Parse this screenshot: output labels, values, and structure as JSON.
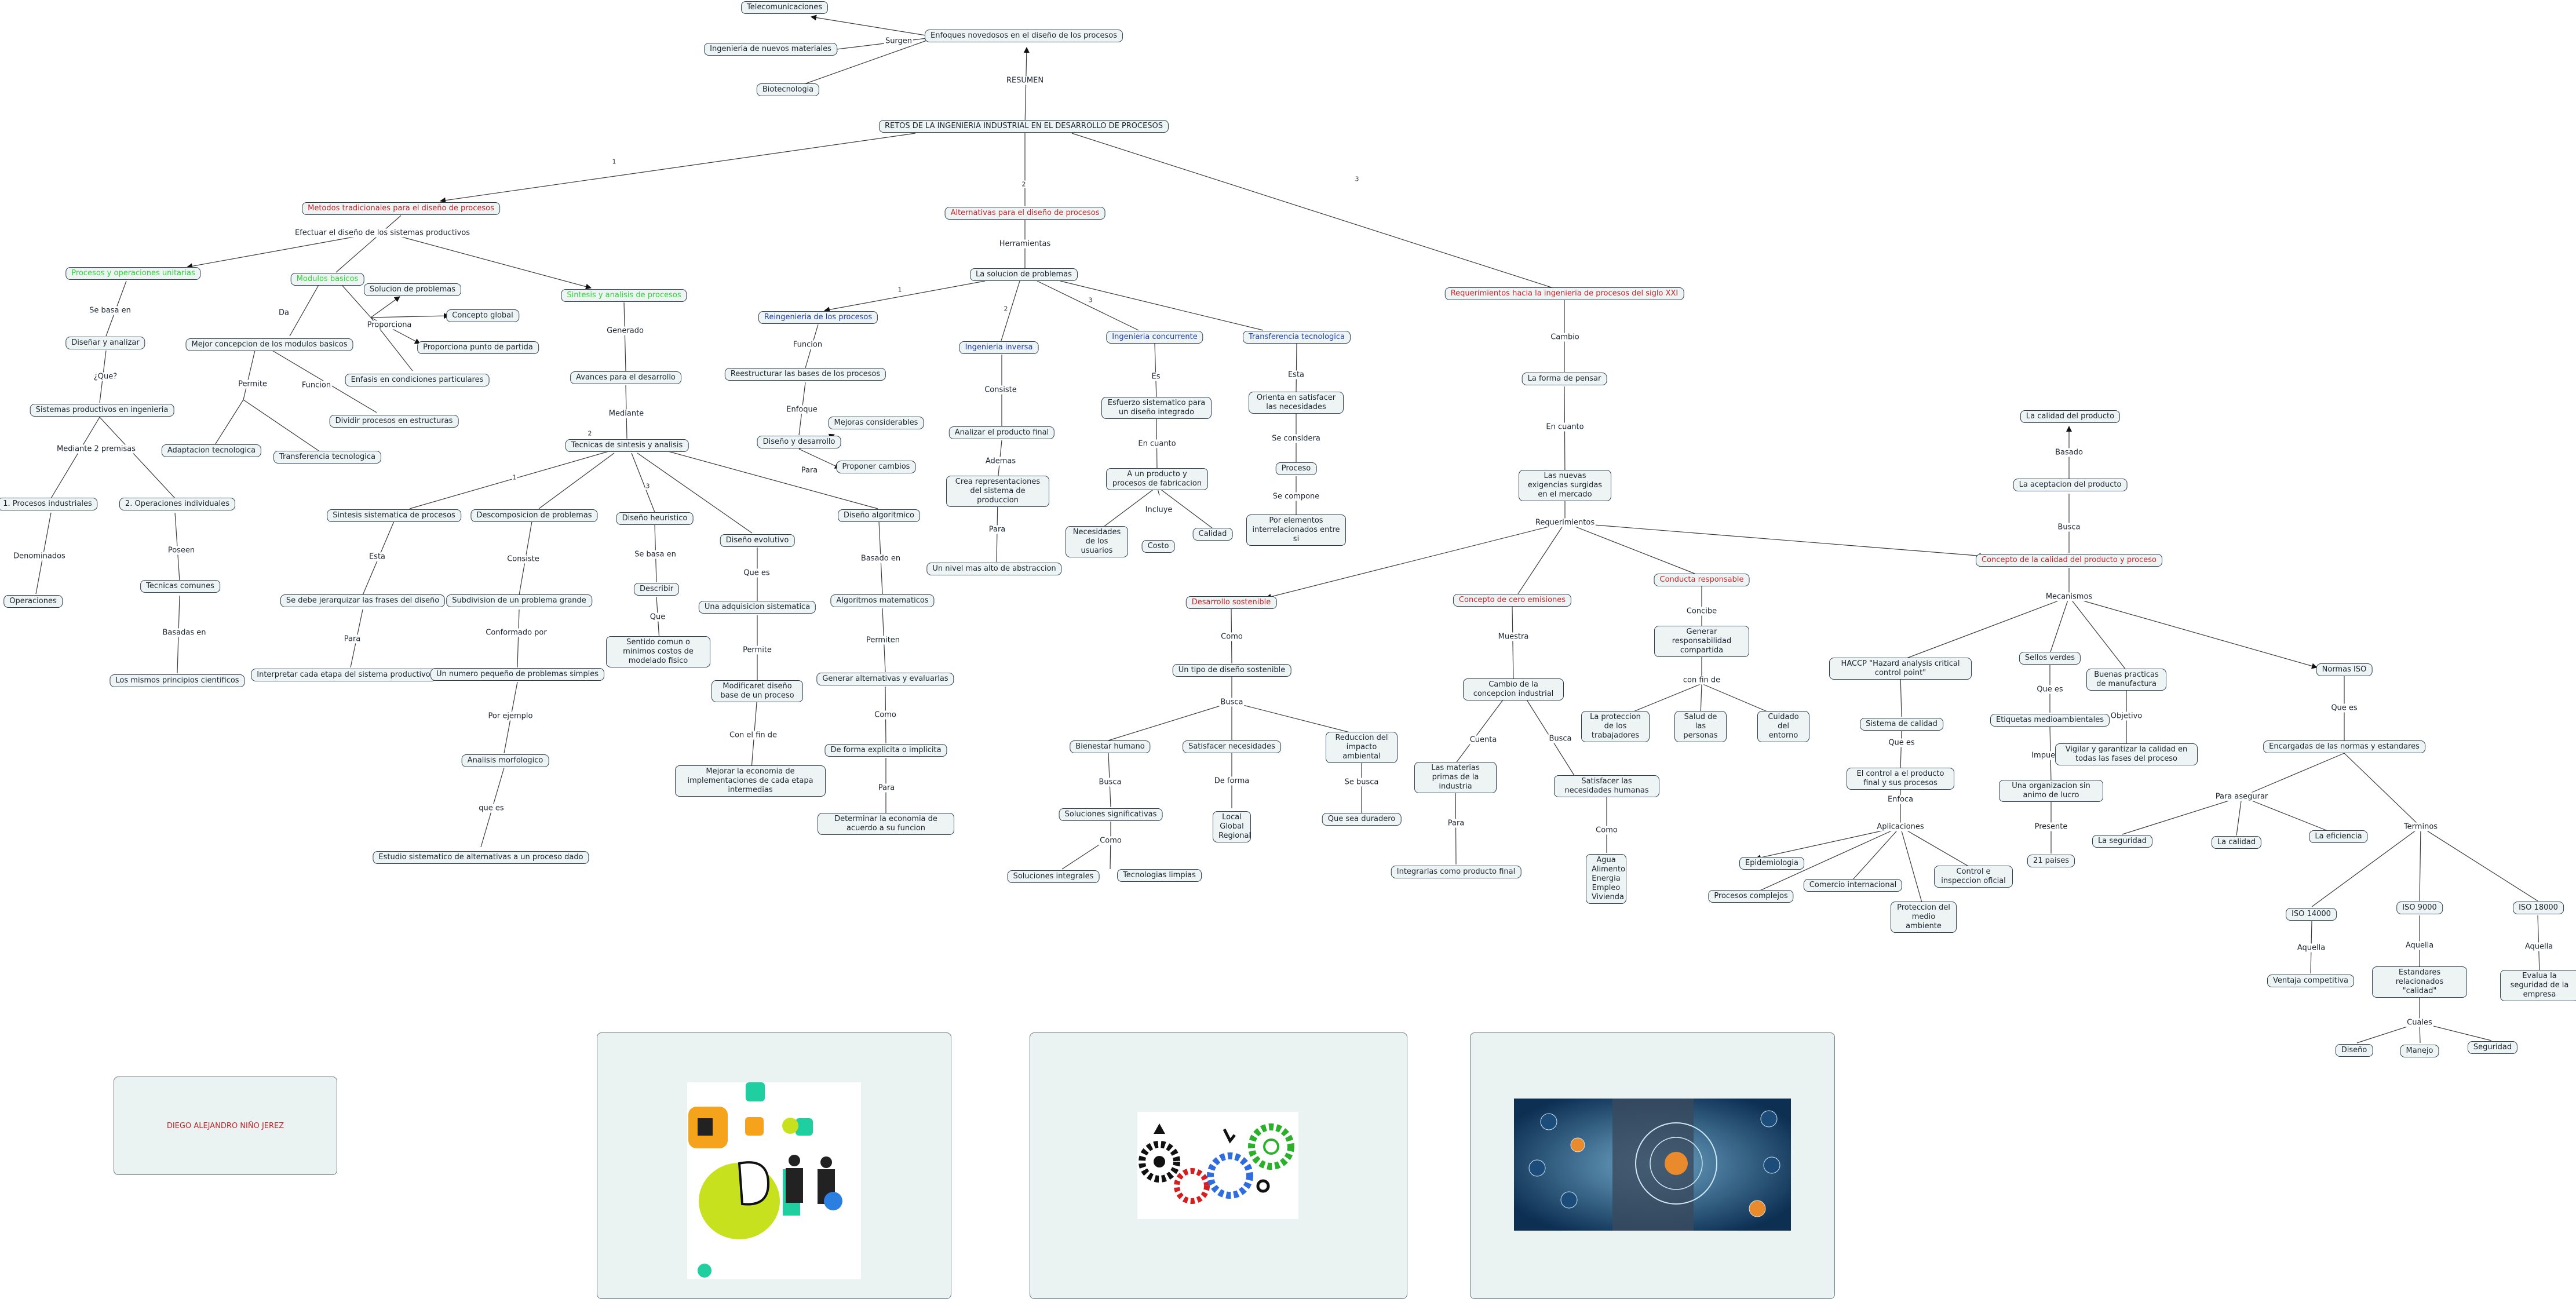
{
  "author": "DIEGO ALEJANDRO NIÑO JEREZ",
  "colors": {
    "red": "#c0262b",
    "green": "#2bd635",
    "blue": "#1c3fa8",
    "border": "#2c3e4f",
    "fill": "#eef3f4"
  },
  "nodes": {
    "root": "RETOS DE LA INGENIERIA INDUSTRIAL EN EL DESARROLLO DE PROCESOS",
    "enfoques": "Enfoques novedosos en el diseño de los procesos",
    "telecom": "Telecomunicaciones",
    "ing_materiales": "Ingenieria de nuevos materiales",
    "biotecnologia": "Biotecnologia",
    "metodos": "Metodos tradicionales para el diseño de procesos",
    "alternativas": "Alternativas para el diseño de procesos",
    "requerimientos": "Requerimientos hacia la ingenieria de procesos del siglo XXI",
    "procesos_unitarios": "Procesos y operaciones unitarias",
    "modulos_basicos": "Modulos basicos",
    "sintesis_analisis": "Sintesis y analisis de procesos",
    "diseñar_analizar": "Diseñar y analizar",
    "sistemas_productivos": "Sistemas productivos en ingenieria",
    "procesos_industriales": "1. Procesos industriales",
    "operaciones_individuales": "2. Operaciones individuales",
    "operaciones": "Operaciones",
    "tecnicas_comunes": "Tecnicas comunes",
    "principios_cientificos": "Los mismos principios cientificos",
    "mejor_concepcion": "Mejor concepcion de los modulos basicos",
    "adaptacion": "Adaptacion tecnologica",
    "transferencia_tec": "Transferencia tecnologica",
    "solucion_problemas": "Solucion de problemas",
    "concepto_global": "Concepto global",
    "punto_partida": "Proporciona punto de partida",
    "enfasis": "Enfasis en condiciones particulares",
    "dividir": "Dividir procesos en estructuras",
    "avances": "Avances para el desarrollo",
    "tecnicas_sintesis": "Tecnicas de sintesis y analisis",
    "sintesis_sistematica": "Sintesis sistematica de procesos",
    "descomposicion": "Descomposicion de problemas",
    "diseño_heuristico": "Diseño heuristico",
    "diseño_evolutivo": "Diseño evolutivo",
    "diseño_algoritmico": "Diseño algoritmico",
    "jerarquizar": "Se debe jerarquizar las frases del diseño",
    "interpretar": "Interpretar cada etapa del sistema productivo",
    "subdivision": "Subdivision de un problema grande",
    "numero_pequeño": "Un numero pequeño de problemas simples",
    "analisis_morfologico": "Analisis morfologico",
    "estudio_sistematico": "Estudio sistematico de alternativas a un proceso dado",
    "describir": "Describir",
    "sentido_comun": "Sentido comun o minimos costos de modelado fisico",
    "adquisicion": "Una adquisicion sistematica",
    "modificaret": "Modificaret diseño base de un proceso",
    "mejorar_economia": "Mejorar la economia de implementaciones de cada etapa intermedias",
    "algoritmos": "Algoritmos matematicos",
    "generar_alternativas": "Generar alternativas y evaluarlas",
    "forma_explicita": "De forma explicita o implicita",
    "determinar_economia": "Determinar la economia de acuerdo a su funcion",
    "solucion_problemas2": "La solucion de problemas",
    "reingenieria": "Reingenieria de los procesos",
    "ing_inversa": "Ingenieria inversa",
    "ing_concurrente": "Ingenieria concurrente",
    "transf_tecnologica": "Transferencia tecnologica",
    "reestructurar": "Reestructurar las bases de los procesos",
    "diseño_desarrollo": "Diseño y desarrollo",
    "mejoras": "Mejoras considerables",
    "proponer_cambios": "Proponer cambios",
    "analizar_producto": "Analizar el producto final",
    "crea_representaciones": "Crea representaciones del sistema de produccion",
    "nivel_abstraccion": "Un nivel mas alto de abstraccion",
    "esfuerzo_sistematico": "Esfuerzo sistematico para un diseño integrado",
    "producto_procesos": "A un producto y procesos de fabricacion",
    "necesidades_usuarios": "Necesidades de los usuarios",
    "costo": "Costo",
    "calidad": "Calidad",
    "orienta_satisfacer": "Orienta en satisfacer las necesidades",
    "proceso": "Proceso",
    "elementos_interrelacionados": "Por elementos interrelacionados entre si",
    "forma_pensar": "La forma de pensar",
    "nuevas_exigencias": "Las nuevas exigencias surgidas en el mercado",
    "desarrollo_sostenible": "Desarrollo sostenible",
    "cero_emisiones": "Concepto de cero emisiones",
    "conducta_responsable": "Conducta responsable",
    "calidad_producto": "Concepto de la calidad del producto y proceso",
    "tipo_diseño_sostenible": "Un tipo de diseño sostenible",
    "bienestar_humano": "Bienestar humano",
    "satisfacer_necesidades": "Satisfacer necesidades",
    "reduccion_impacto": "Reduccion del impacto ambiental",
    "soluciones_significativas": "Soluciones significativas",
    "local_global": "Local Global Regional",
    "que_sea_duradero": "Que sea duradero",
    "soluciones_integrales": "Soluciones integrales",
    "tecnologias_limpias": "Tecnologias limpias",
    "cambio_concepcion": "Cambio de la concepcion industrial",
    "materias_primas": "Las materias primas de la industria",
    "satisfacer_humanas": "Satisfacer las necesidades humanas",
    "integrarlas": "Integrarlas como producto final",
    "agua_alimento": "Agua Alimento Energia Empleo Vivienda",
    "generar_responsabilidad": "Generar responsabilidad compartida",
    "proteccion_trabajadores": "La proteccion de los trabajadores",
    "salud_personas": "Salud de las personas",
    "cuidado_entorno": "Cuidado del entorno",
    "calidad_del_producto": "La calidad del producto",
    "aceptacion_producto": "La aceptacion del producto",
    "haccp": "HACCP \"Hazard analysis critical control point\"",
    "sellos_verdes": "Sellos verdes",
    "buenas_practicas": "Buenas practicas de manufactura",
    "normas_iso": "Normas ISO",
    "sistema_calidad": "Sistema de calidad",
    "control_producto": "El control a el producto final y sus procesos",
    "etiquetas": "Etiquetas medioambientales",
    "organizacion_animo": "Una organizacion sin animo de lucro",
    "21_paises": "21 paises",
    "vigilar_garantizar": "Vigilar y garantizar la calidad en todas las fases del proceso",
    "encargadas_normas": "Encargadas de las normas y estandares",
    "epidemiologia": "Epidemiologia",
    "procesos_complejos": "Procesos complejos",
    "comercio_internacional": "Comercio internacional",
    "proteccion_medio": "Proteccion del medio ambiente",
    "control_inspeccion": "Control e inspeccion oficial",
    "la_seguridad": "La seguridad",
    "la_calidad": "La calidad",
    "la_eficiencia": "La eficiencia",
    "iso_14000": "ISO 14000",
    "iso_9000": "ISO 9000",
    "iso_18000": "ISO 18000",
    "ventaja_competitiva": "Ventaja competitiva",
    "estandares_calidad": "Estandares relacionados \"calidad\"",
    "evalua_seguridad": "Evalua la seguridad de la empresa",
    "diseño": "Diseño",
    "manejo": "Manejo",
    "seguridad": "Seguridad"
  },
  "link_labels": {
    "surgen": "Surgen",
    "resumen": "RESUMEN",
    "efectuar": "Efectuar el diseño de los sistemas productivos",
    "herramientas": "Herramientas",
    "se_basa_en": "Se basa en",
    "que": "¿Que?",
    "mediante_2_premisas": "Mediante 2 premisas",
    "denominados": "Denominados",
    "poseen": "Poseen",
    "basadas_en": "Basadas en",
    "da": "Da",
    "proporciona": "Proporciona",
    "permite": "Permite",
    "funcion": "Funcion",
    "generado": "Generado",
    "mediante": "Mediante",
    "esta": "Esta",
    "para": "Para",
    "consiste": "Consiste",
    "conformado_por": "Conformado por",
    "por_ejemplo": "Por ejemplo",
    "que_es": "que es",
    "se_basa_en_2": "Se basa en",
    "que_2": "Que",
    "que_es_2": "Que es",
    "permite_2": "Permite",
    "con_el_fin_de": "Con el fin de",
    "basado_en": "Basado en",
    "permiten": "Permiten",
    "como": "Como",
    "para_2": "Para",
    "funcion_2": "Funcion",
    "enfoque": "Enfoque",
    "para_3": "Para",
    "consiste_2": "Consiste",
    "ademas": "Ademas",
    "para_4": "Para",
    "es": "Es",
    "en_cuanto": "En cuanto",
    "incluye": "Incluye",
    "esta_2": "Esta",
    "se_considera": "Se considera",
    "se_compone": "Se compone",
    "cambio": "Cambio",
    "en_cuanto_2": "En cuanto",
    "requerimientos": "Requerimientos",
    "como_2": "Como",
    "busca": "Busca",
    "busca_2": "Busca",
    "de_forma": "De forma",
    "se_busca": "Se busca",
    "como_3": "Como",
    "muestra": "Muestra",
    "cuenta": "Cuenta",
    "busca_3": "Busca",
    "para_5": "Para",
    "como_4": "Como",
    "concibe": "Concibe",
    "con_fin_de": "con fin de",
    "busca_4": "Busca",
    "basado": "Basado",
    "mecanismos": "Mecanismos",
    "que_es_3": "Que es",
    "enfoca": "Enfoca",
    "aplicaciones": "Aplicaciones",
    "que_es_4": "Que es",
    "impuestas": "Impuestas",
    "presente": "Presente",
    "objetivo": "Objetivo",
    "que_es_5": "Que es",
    "para_asegurar": "Para asegurar",
    "terminos": "Terminos",
    "aquella": "Aquella",
    "aquella_2": "Aquella",
    "aquella_3": "Aquella",
    "cuales": "Cuales"
  },
  "link_numbers": {
    "n1": "1",
    "n2": "2",
    "n3": "3"
  }
}
